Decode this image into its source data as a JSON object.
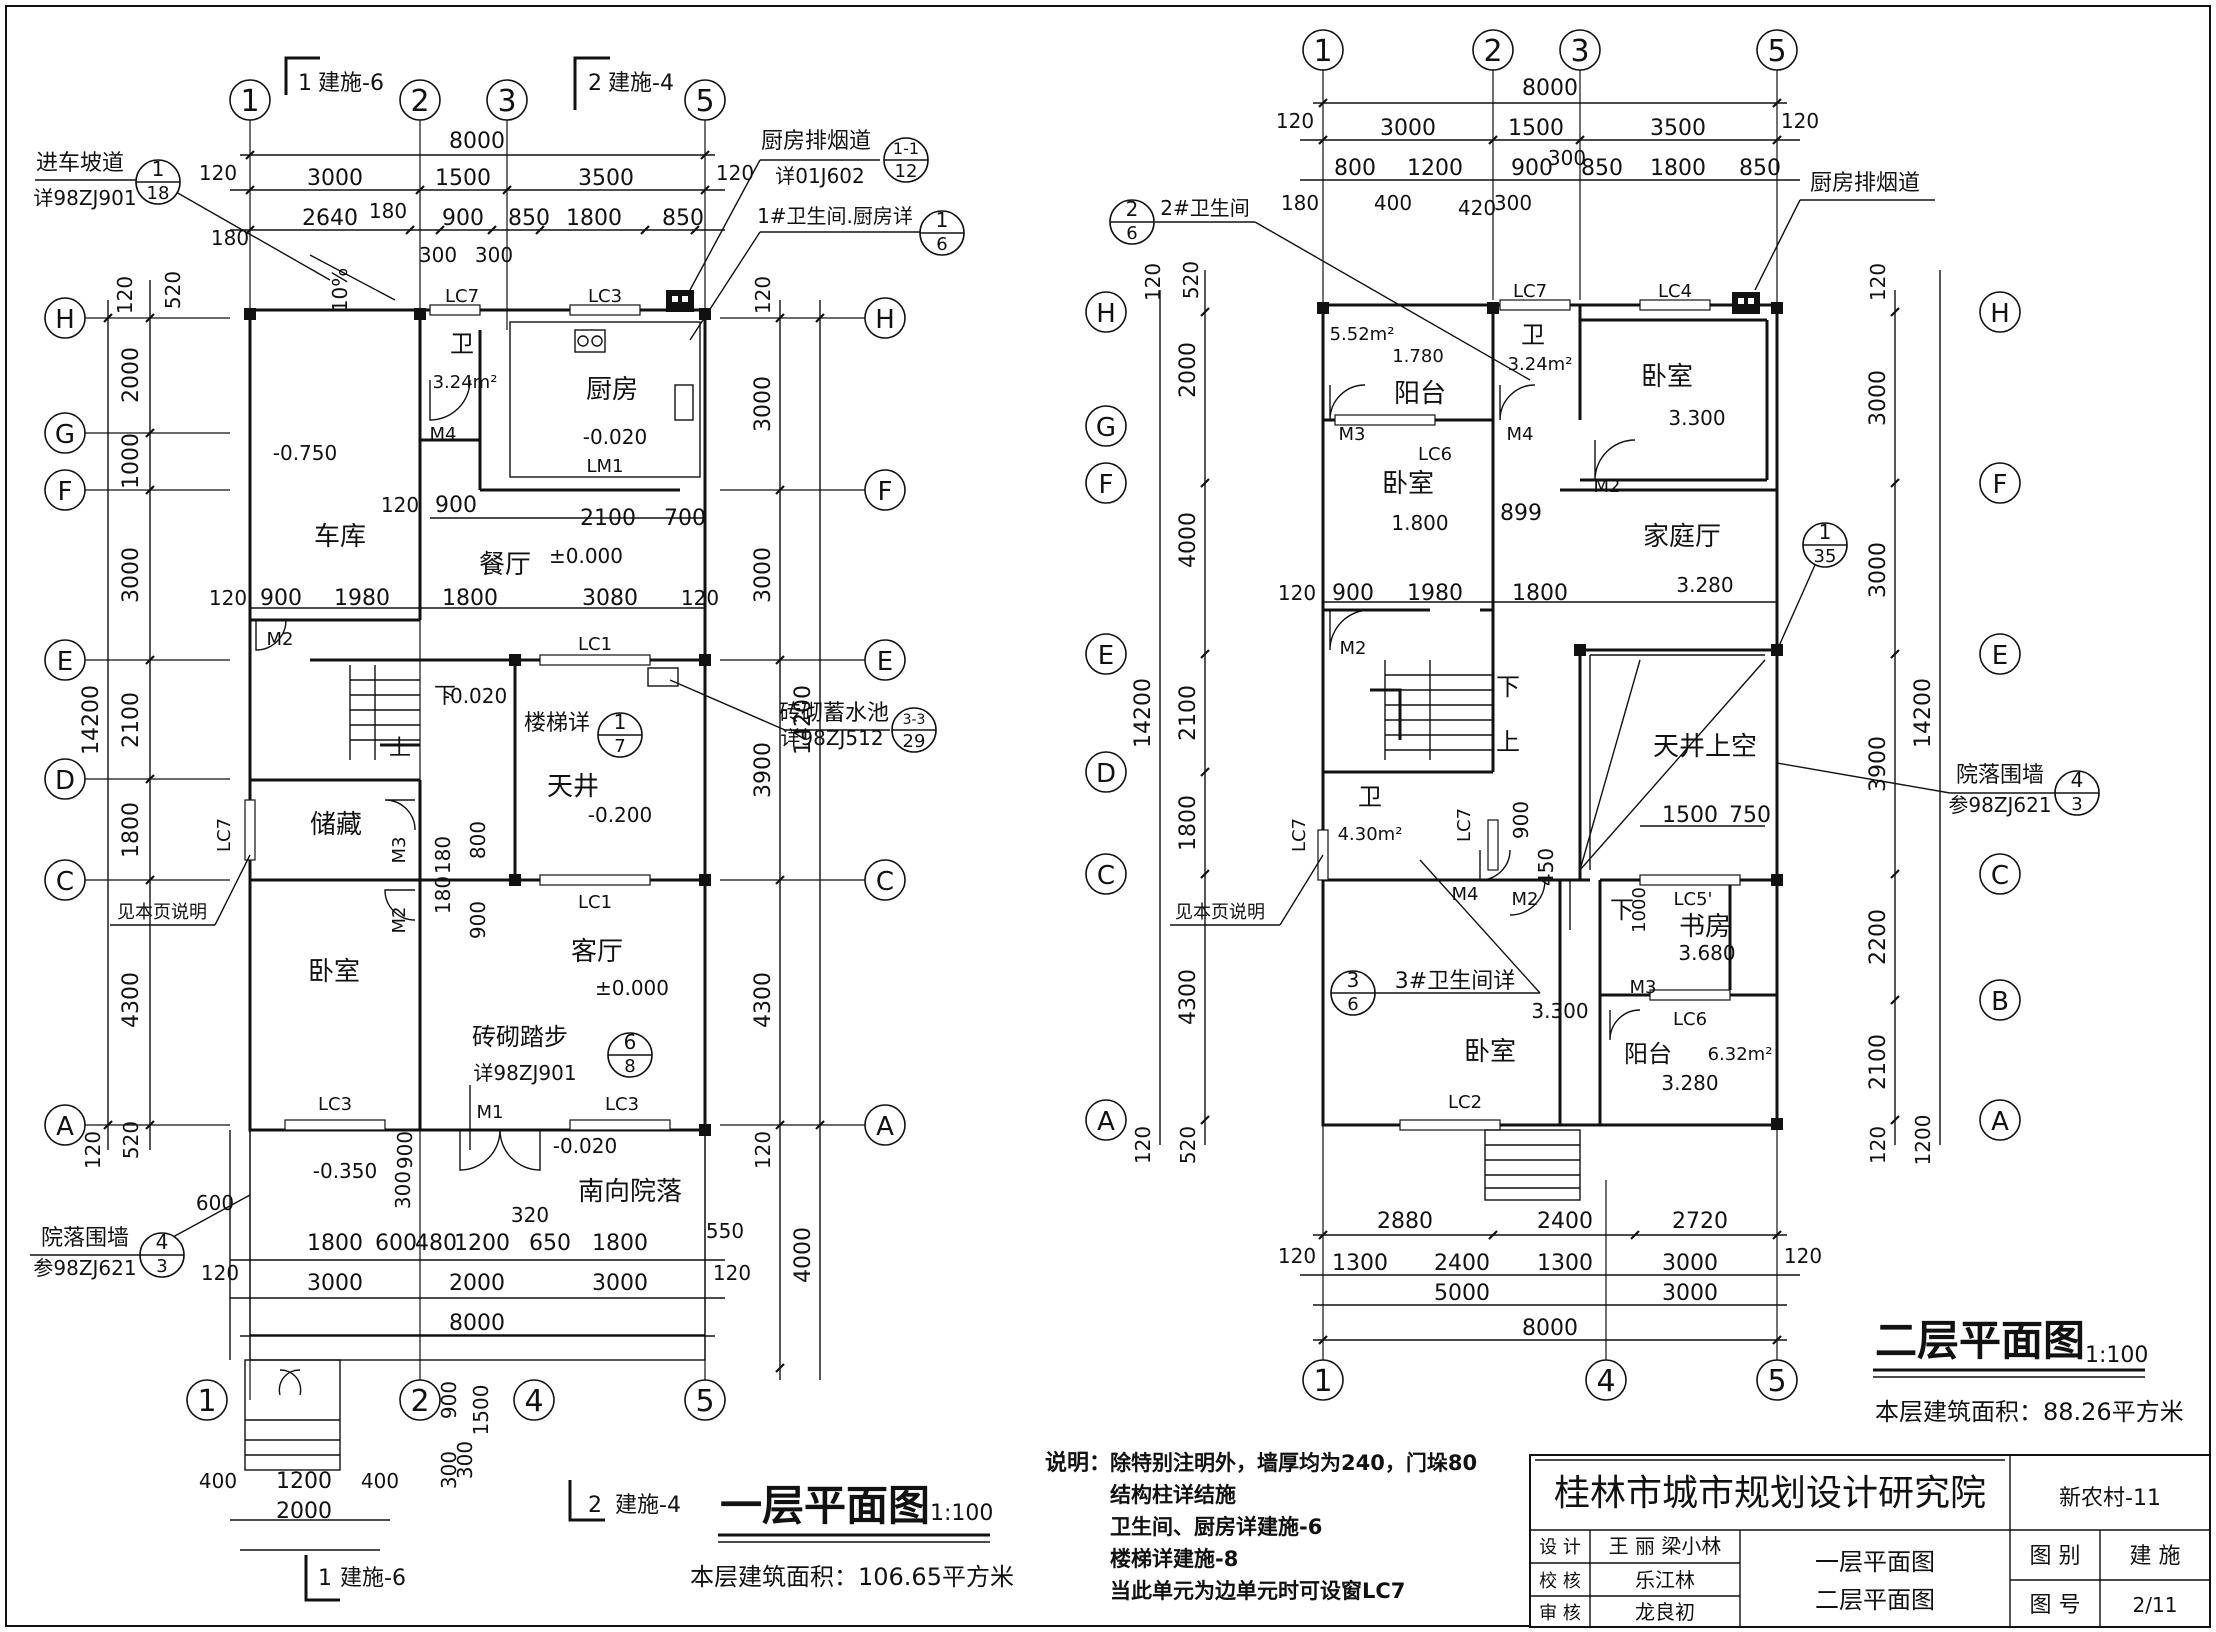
{
  "floor1": {
    "title": "一层平面图",
    "scale": "1:100",
    "area": "本层建筑面积：106.65平方米",
    "axis_top": [
      "1",
      "2",
      "3",
      "5"
    ],
    "axis_bottom": [
      "1",
      "2",
      "4",
      "5"
    ],
    "axis_left": [
      "H",
      "G",
      "F",
      "E",
      "D",
      "C",
      "A"
    ],
    "section1": "建施-6",
    "section2": "建施-4",
    "dims_top": [
      "8000",
      "120",
      "3000",
      "1500",
      "3500",
      "120",
      "180",
      "2640",
      "180",
      "900",
      "850",
      "1800",
      "850",
      "300",
      "300"
    ],
    "dims_left": [
      "120",
      "520",
      "2000",
      "1000",
      "3000",
      "2100",
      "1800",
      "4300",
      "520",
      "120",
      "14200"
    ],
    "dims_right": [
      "120",
      "3000",
      "3000",
      "3900",
      "4300",
      "120",
      "4000",
      "14200"
    ],
    "dims_bottom": [
      "600",
      "1800",
      "600",
      "480",
      "1200",
      "650",
      "1800",
      "550",
      "120",
      "3000",
      "2000",
      "3000",
      "120",
      "8000",
      "320",
      "300",
      "900",
      "1500",
      "300",
      "300",
      "400",
      "1200",
      "400",
      "2000"
    ],
    "dims_inner": [
      "120",
      "900",
      "2100",
      "700",
      "120",
      "900",
      "1980",
      "1800",
      "3080",
      "120",
      "180",
      "800",
      "180",
      "900",
      "900"
    ],
    "rooms": [
      {
        "name": "车库",
        "elev": "-0.750"
      },
      {
        "name": "卫",
        "area": "3.24m²"
      },
      {
        "name": "厨房",
        "elev": "-0.020"
      },
      {
        "name": "餐厅",
        "elev": "±0.000"
      },
      {
        "name": "楼梯详"
      },
      {
        "name": "天井",
        "elev": "-0.200"
      },
      {
        "name": "储藏"
      },
      {
        "name": "卧室"
      },
      {
        "name": "客厅",
        "elev": "±0.000"
      },
      {
        "name": "南向院落",
        "elev": "-0.020"
      }
    ],
    "labels": [
      "进车坡道",
      "详98ZJ901",
      "厨房排烟道",
      "详01J602",
      "1#卫生间.厨房详",
      "砖砌蓄水池",
      "详98ZJ512",
      "砖砌踏步",
      "详98ZJ901",
      "院落围墙",
      "参98ZJ621",
      "见本页说明",
      "下",
      "上",
      "10%",
      "-0.020",
      "-0.350",
      "LC7",
      "LC3",
      "LM1",
      "LC1",
      "LC1",
      "LC3",
      "LC3",
      "LC7",
      "M4",
      "M2",
      "M3",
      "M2",
      "M1"
    ],
    "refs": [
      {
        "num": "1",
        "den": "18"
      },
      {
        "num": "1-1",
        "den": "12"
      },
      {
        "num": "1",
        "den": "6"
      },
      {
        "num": "3-3",
        "den": "29"
      },
      {
        "num": "1",
        "den": "7"
      },
      {
        "num": "6",
        "den": "8"
      },
      {
        "num": "4",
        "den": "3"
      }
    ]
  },
  "floor2": {
    "title": "二层平面图",
    "scale": "1:100",
    "area": "本层建筑面积：88.26平方米",
    "axis_top": [
      "1",
      "2",
      "3",
      "5"
    ],
    "axis_bottom": [
      "1",
      "4",
      "5"
    ],
    "axis_left": [
      "H",
      "G",
      "F",
      "E",
      "D",
      "C",
      "A"
    ],
    "axis_right": [
      "H",
      "F",
      "E",
      "C",
      "B",
      "A"
    ],
    "dims_top": [
      "8000",
      "120",
      "3000",
      "1500",
      "3500",
      "120",
      "800",
      "1200",
      "900",
      "300",
      "850",
      "1800",
      "850",
      "180",
      "400",
      "420",
      "300"
    ],
    "dims_left": [
      "120",
      "520",
      "2000",
      "4000",
      "2100",
      "1800",
      "4300",
      "120",
      "520",
      "14200"
    ],
    "dims_right": [
      "120",
      "3000",
      "3000",
      "3900",
      "2200",
      "2100",
      "120",
      "1200",
      "14200"
    ],
    "dims_bottom": [
      "2880",
      "2400",
      "2720",
      "120",
      "1300",
      "2400",
      "1300",
      "3000",
      "120",
      "5000",
      "3000",
      "8000"
    ],
    "dims_inner": [
      "120",
      "900",
      "1980",
      "1800",
      "899",
      "1500",
      "750",
      "900",
      "450",
      "1000",
      "1.780"
    ],
    "rooms": [
      {
        "name": "阳台",
        "area": "5.52m²",
        "elev": "1.780"
      },
      {
        "name": "卫",
        "area": "3.24m²"
      },
      {
        "name": "卧室",
        "elev": "3.300"
      },
      {
        "name": "卧室",
        "elev": "1.800"
      },
      {
        "name": "家庭厅",
        "elev": "3.280"
      },
      {
        "name": "天井上空"
      },
      {
        "name": "卫",
        "area": "4.30m²"
      },
      {
        "name": "书房",
        "elev": "3.680"
      },
      {
        "name": "卧室",
        "elev": "3.300"
      },
      {
        "name": "阳台",
        "area": "6.32m²",
        "elev": "3.280"
      }
    ],
    "labels": [
      "2#卫生间",
      "厨房排烟道",
      "院落围墙",
      "参98ZJ621",
      "3#卫生间详",
      "见本页说明",
      "下",
      "上",
      "下",
      "LC7",
      "LC4",
      "LC6",
      "LC7",
      "LC5'",
      "LC6",
      "LC2",
      "LC7",
      "M3",
      "M4",
      "M2",
      "M2",
      "M4",
      "M2",
      "M3"
    ],
    "refs": [
      {
        "num": "2",
        "den": "6"
      },
      {
        "num": "1",
        "den": "35"
      },
      {
        "num": "4",
        "den": "3"
      },
      {
        "num": "3",
        "den": "6"
      }
    ]
  },
  "notes": {
    "heading": "说明：",
    "lines": [
      "除特别注明外，墙厚均为240，门垛80",
      "结构柱详结施",
      "卫生间、厨房详建施-6",
      "楼梯详建施-8",
      "当此单元为边单元时可设窗LC7"
    ]
  },
  "title_block": {
    "company": "桂林市城市规划设计研究院",
    "project": "新农村-11",
    "rows": [
      {
        "role": "设 计",
        "person": "王 丽 梁小林"
      },
      {
        "role": "校 核",
        "person": "乐江林"
      },
      {
        "role": "审 核",
        "person": "龙良初"
      }
    ],
    "drawing1": "一层平面图",
    "drawing2": "二层平面图",
    "category_label": "图 别",
    "category": "建 施",
    "number_label": "图 号",
    "number": "2/11"
  }
}
